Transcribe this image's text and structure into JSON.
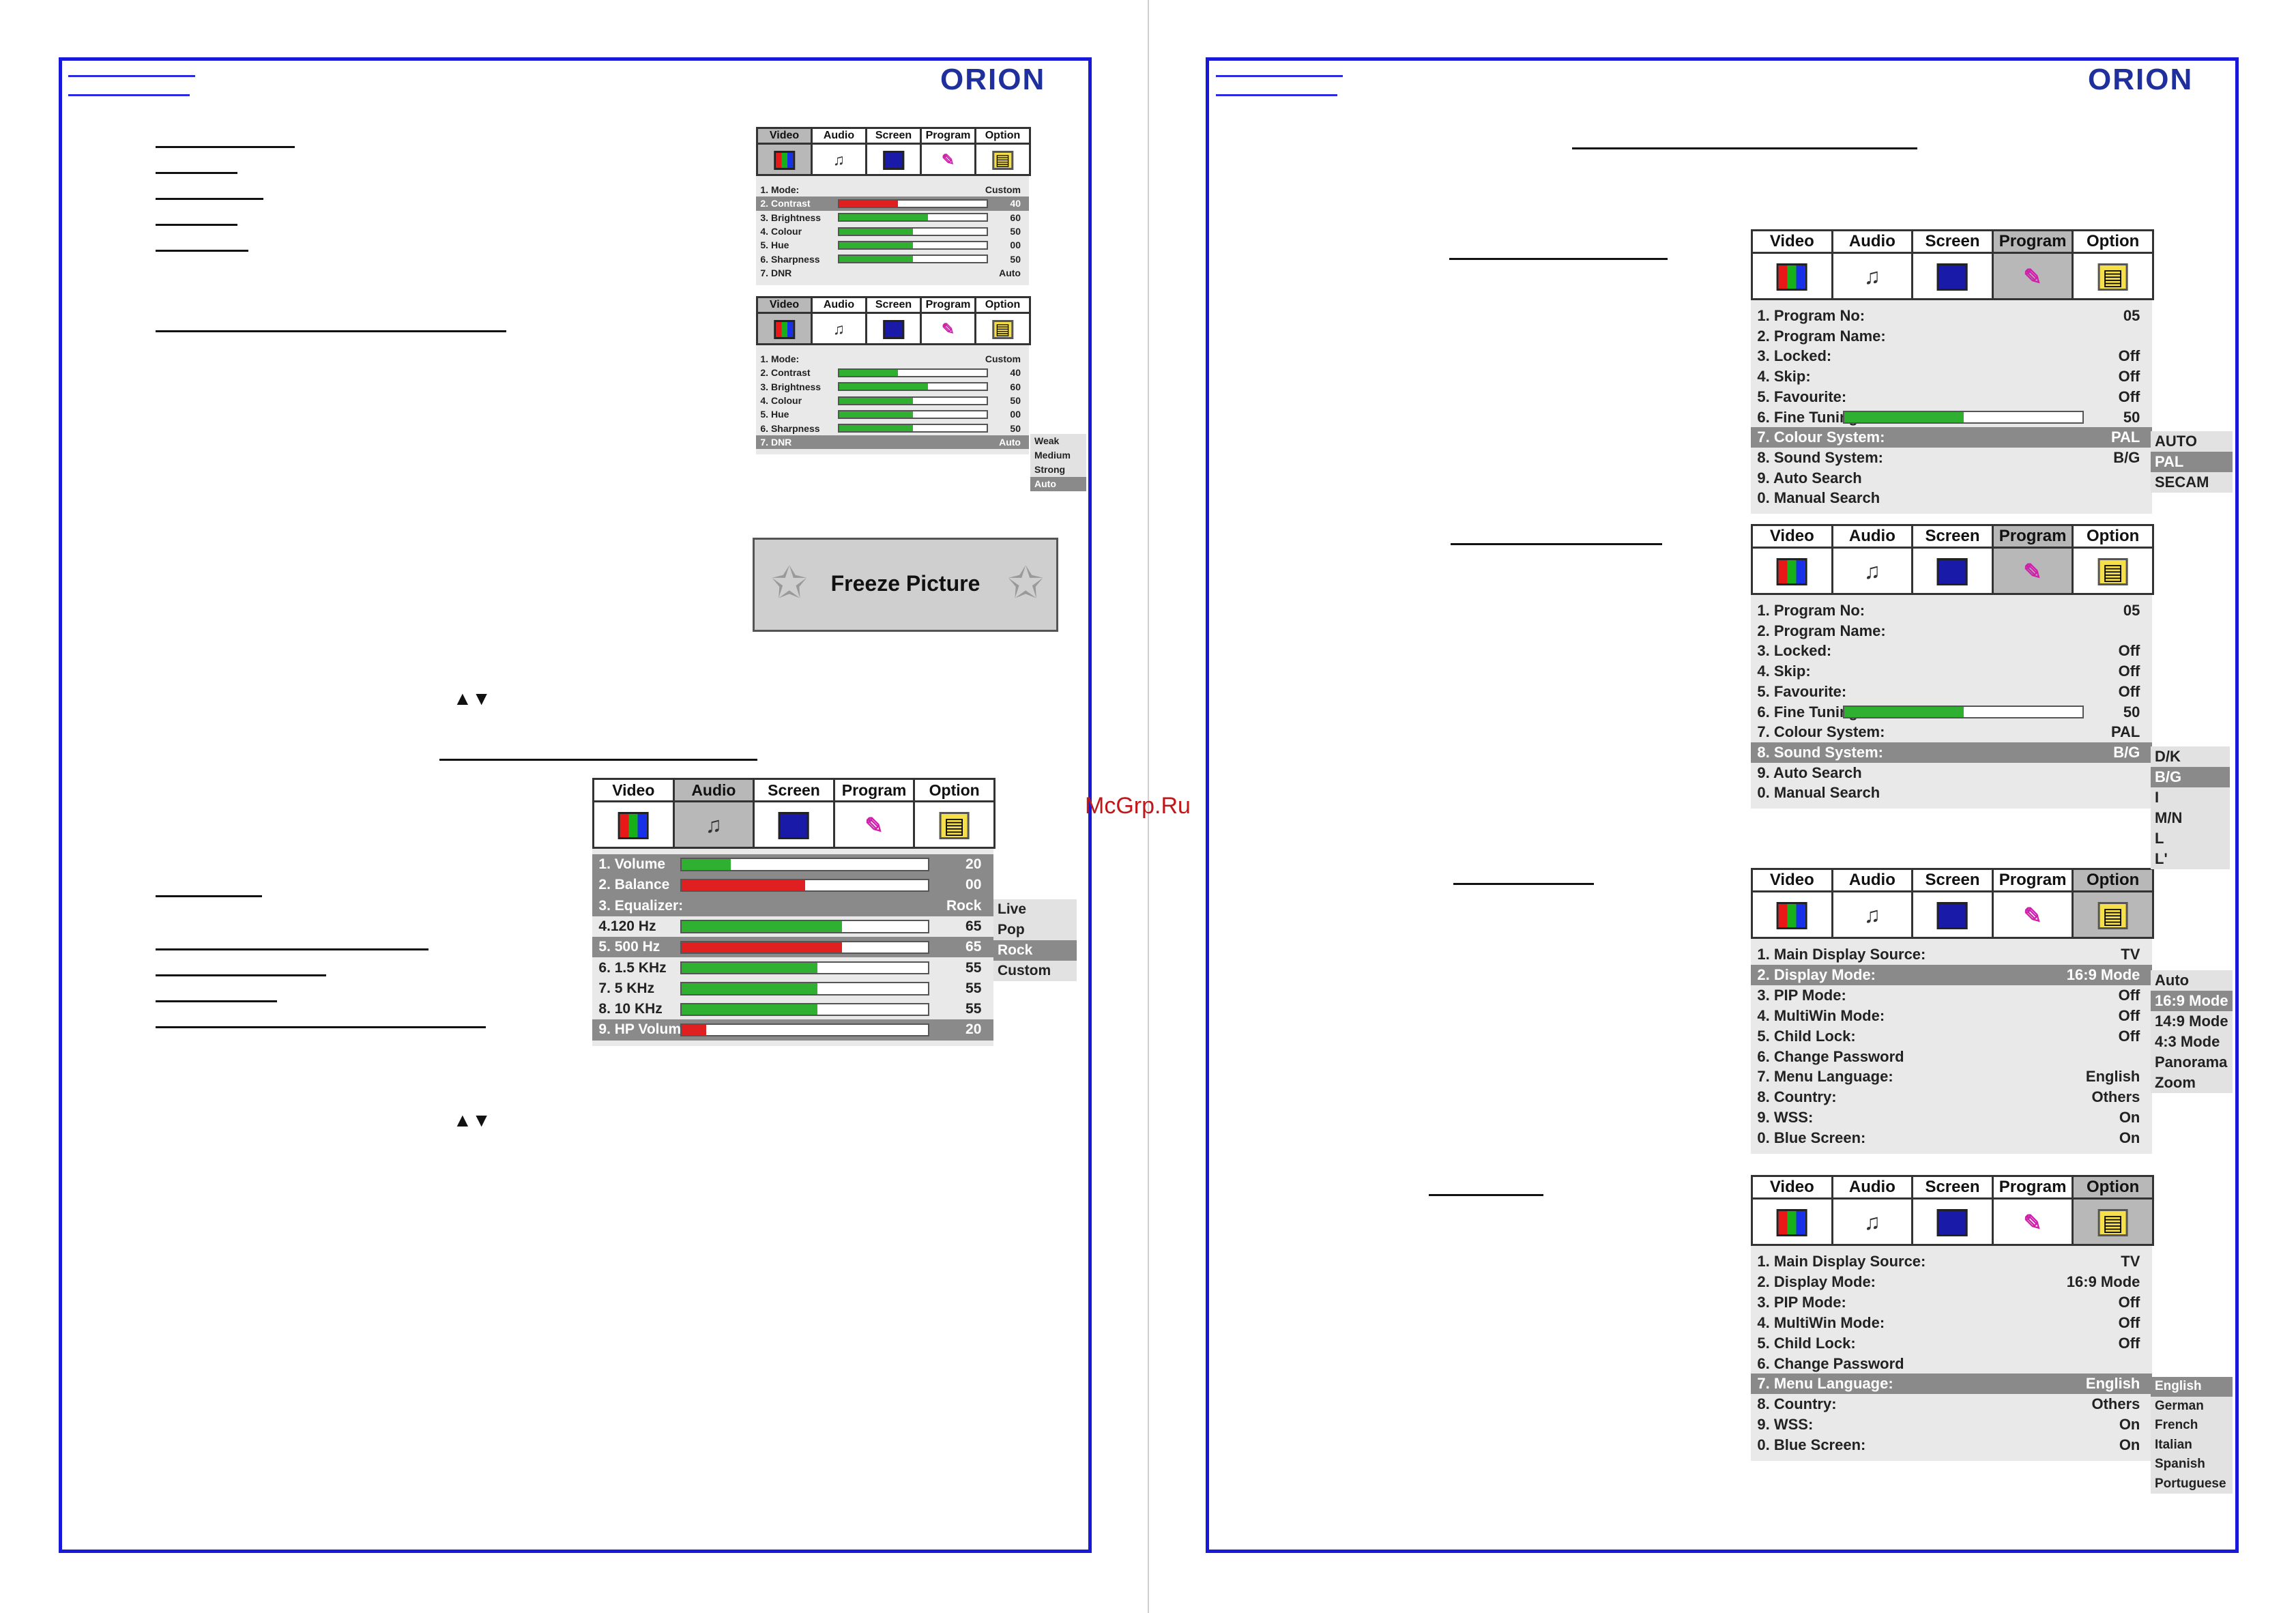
{
  "brand": "ORION",
  "watermark": "McGrp.Ru",
  "arrows": "▲▼",
  "freeze_label": "Freeze Picture",
  "tabs": [
    "Video",
    "Audio",
    "Screen",
    "Program",
    "Option"
  ],
  "video_menu_1": {
    "rows": [
      {
        "label": "1. Mode:",
        "value": "Custom"
      },
      {
        "label": "2. Contrast",
        "value": "40",
        "bar": 0.4,
        "color": "#e02020",
        "selected": true
      },
      {
        "label": "3. Brightness",
        "value": "60",
        "bar": 0.6,
        "color": "#30b030"
      },
      {
        "label": "4. Colour",
        "value": "50",
        "bar": 0.5,
        "color": "#30b030"
      },
      {
        "label": "5. Hue",
        "value": "00",
        "bar": 0.5,
        "color": "#30b030"
      },
      {
        "label": "6. Sharpness",
        "value": "50",
        "bar": 0.5,
        "color": "#30b030"
      },
      {
        "label": "7. DNR",
        "value": "Auto"
      }
    ]
  },
  "video_menu_2": {
    "rows": [
      {
        "label": "1. Mode:",
        "value": "Custom"
      },
      {
        "label": "2. Contrast",
        "value": "40",
        "bar": 0.4,
        "color": "#30b030"
      },
      {
        "label": "3. Brightness",
        "value": "60",
        "bar": 0.6,
        "color": "#30b030"
      },
      {
        "label": "4. Colour",
        "value": "50",
        "bar": 0.5,
        "color": "#30b030"
      },
      {
        "label": "5. Hue",
        "value": "00",
        "bar": 0.5,
        "color": "#30b030"
      },
      {
        "label": "6. Sharpness",
        "value": "50",
        "bar": 0.5,
        "color": "#30b030"
      },
      {
        "label": "7. DNR",
        "value": "Auto",
        "selected": true
      }
    ],
    "popup": [
      "Weak",
      "Medium",
      "Strong",
      "Auto"
    ],
    "popup_selected": 3
  },
  "audio_menu": {
    "rows": [
      {
        "label": "1. Volume",
        "value": "20",
        "bar": 0.2,
        "color": "#30b030",
        "selected": true
      },
      {
        "label": "2. Balance",
        "value": "00",
        "bar": 0.5,
        "color": "#e02020",
        "selected": true
      },
      {
        "label": "3. Equalizer:",
        "value": "Rock",
        "selected": true
      },
      {
        "label": "4.120  Hz",
        "value": "65",
        "bar": 0.65,
        "color": "#30b030"
      },
      {
        "label": "5. 500  Hz",
        "value": "65",
        "bar": 0.65,
        "color": "#e02020",
        "selected": true
      },
      {
        "label": "6. 1.5  KHz",
        "value": "55",
        "bar": 0.55,
        "color": "#30b030"
      },
      {
        "label": "7. 5  KHz",
        "value": "55",
        "bar": 0.55,
        "color": "#30b030"
      },
      {
        "label": "8. 10  KHz",
        "value": "55",
        "bar": 0.55,
        "color": "#30b030"
      },
      {
        "label": "9. HP Volume",
        "value": "20",
        "bar": 0.1,
        "color": "#e02020",
        "selected": true
      }
    ],
    "popup": [
      "Live",
      "Pop",
      "Rock",
      "Custom"
    ],
    "popup_selected": 2
  },
  "program_menu_1": {
    "rows": [
      {
        "label": "1. Program No:",
        "value": "05"
      },
      {
        "label": "2. Program Name:",
        "value": ""
      },
      {
        "label": "3. Locked:",
        "value": "Off"
      },
      {
        "label": "4. Skip:",
        "value": "Off"
      },
      {
        "label": "5. Favourite:",
        "value": "Off"
      },
      {
        "label": "6. Fine Tuning",
        "value": "50",
        "bar": 0.5,
        "color": "#30b030"
      },
      {
        "label": "7. Colour System:",
        "value": "PAL",
        "selected": true
      },
      {
        "label": "8. Sound System:",
        "value": "B/G"
      },
      {
        "label": "9. Auto Search",
        "value": ""
      },
      {
        "label": "0. Manual Search",
        "value": ""
      }
    ],
    "popup": [
      "AUTO",
      "PAL",
      "SECAM"
    ],
    "popup_selected": 1
  },
  "program_menu_2": {
    "rows": [
      {
        "label": "1. Program No:",
        "value": "05"
      },
      {
        "label": "2. Program Name:",
        "value": ""
      },
      {
        "label": "3. Locked:",
        "value": "Off"
      },
      {
        "label": "4. Skip:",
        "value": "Off"
      },
      {
        "label": "5. Favourite:",
        "value": "Off"
      },
      {
        "label": "6. Fine Tuning",
        "value": "50",
        "bar": 0.5,
        "color": "#30b030"
      },
      {
        "label": "7. Colour System:",
        "value": "PAL"
      },
      {
        "label": "8. Sound System:",
        "value": "B/G",
        "selected": true
      },
      {
        "label": "9. Auto Search",
        "value": ""
      },
      {
        "label": "0. Manual Search",
        "value": ""
      }
    ],
    "popup": [
      "D/K",
      "B/G",
      "I",
      "M/N",
      "L",
      "L'"
    ],
    "popup_selected": 1
  },
  "option_menu_1": {
    "rows": [
      {
        "label": "1. Main Display Source:",
        "value": "TV"
      },
      {
        "label": "2. Display Mode:",
        "value": "16:9 Mode",
        "selected": true
      },
      {
        "label": "3. PIP Mode:",
        "value": "Off"
      },
      {
        "label": "4. MultiWin Mode:",
        "value": "Off"
      },
      {
        "label": "5. Child Lock:",
        "value": "Off"
      },
      {
        "label": "6. Change Password",
        "value": ""
      },
      {
        "label": "7. Menu Language:",
        "value": "English"
      },
      {
        "label": "8. Country:",
        "value": "Others"
      },
      {
        "label": "9. WSS:",
        "value": "On"
      },
      {
        "label": "0. Blue Screen:",
        "value": "On"
      }
    ],
    "popup": [
      "Auto",
      "16:9 Mode",
      "14:9 Mode",
      "4:3  Mode",
      "Panorama",
      "Zoom"
    ],
    "popup_selected": 1
  },
  "option_menu_2": {
    "rows": [
      {
        "label": "1. Main Display Source:",
        "value": "TV"
      },
      {
        "label": "2. Display Mode:",
        "value": "16:9 Mode"
      },
      {
        "label": "3. PIP Mode:",
        "value": "Off"
      },
      {
        "label": "4. MultiWin Mode:",
        "value": "Off"
      },
      {
        "label": "5. Child Lock:",
        "value": "Off"
      },
      {
        "label": "6. Change Password",
        "value": ""
      },
      {
        "label": "7. Menu Language:",
        "value": "English",
        "selected": true
      },
      {
        "label": "8. Country:",
        "value": "Others"
      },
      {
        "label": "9. WSS:",
        "value": "On"
      },
      {
        "label": "0. Blue Screen:",
        "value": "On"
      }
    ],
    "popup": [
      "English",
      "German",
      "French",
      "Italian",
      "Spanish",
      "Portuguese"
    ],
    "popup_selected": 0
  }
}
